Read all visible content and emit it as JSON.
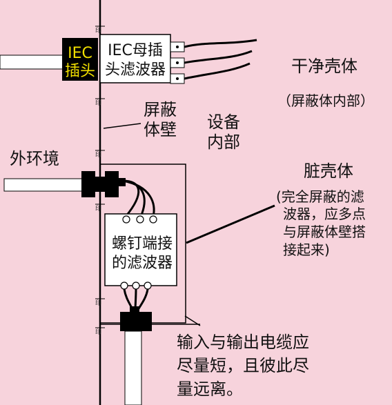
{
  "labels": {
    "iec_plug_line1": "IEC",
    "iec_plug_line2": "插头",
    "iec_filter_line1": "IEC母插",
    "iec_filter_line2": "头滤波器",
    "clean_housing": "干净壳体",
    "clean_housing_note": "（屏蔽体内部）",
    "shield_wall_line1": "屏蔽",
    "shield_wall_line2": "体壁",
    "equipment_inside_line1": "设备",
    "equipment_inside_line2": "内部",
    "outside_env": "外环境",
    "dirty_housing": "脏壳体",
    "dirty_note_line1": "(完全屏蔽的滤",
    "dirty_note_line2": "波器，应多点",
    "dirty_note_line3": "与屏蔽体壁搭",
    "dirty_note_line4": "接起来)",
    "screw_filter_line1": "螺钉端接",
    "screw_filter_line2": "的滤波器",
    "cable_note_line1": "输入与输出电缆应",
    "cable_note_line2": "尽量短，且彼此尽",
    "cable_note_line3": "量远离。",
    "fastener_mark": "印"
  },
  "colors": {
    "background": "#f7d3dc",
    "plug_box": "#000000",
    "plug_text": "#f2e000",
    "filter_box": "#ffffff",
    "line": "#000000"
  },
  "icons": [
    "plug-icon",
    "ferrite-core-icon",
    "screw-terminal-icon",
    "fastener-icon"
  ]
}
